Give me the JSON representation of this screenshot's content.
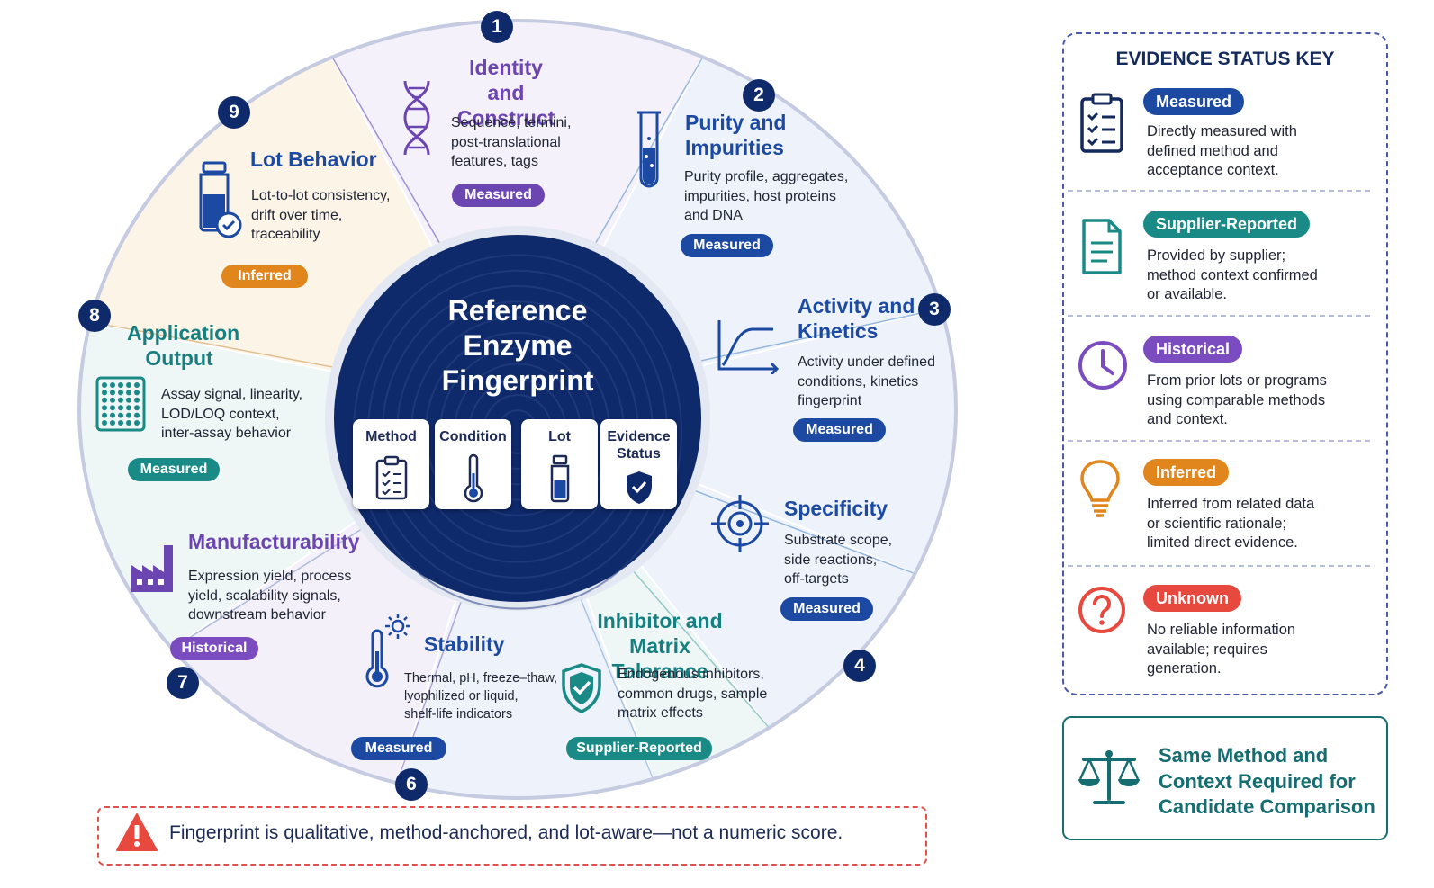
{
  "center": {
    "title": "Reference\nEnzyme\nFingerprint"
  },
  "cards": [
    {
      "label": "Method",
      "icon": "clipboard-icon"
    },
    {
      "label": "Condition",
      "icon": "thermometer-icon"
    },
    {
      "label": "Lot",
      "icon": "vial-icon"
    },
    {
      "label": "Evidence\nStatus",
      "icon": "shield-check-icon"
    }
  ],
  "segments": [
    {
      "number": "1",
      "title": "Identity and\nConstruct",
      "description": "Sequence, termini,\npost-translational\nfeatures, tags",
      "status": "Measured",
      "status_color": "#6b45b0",
      "title_color": "#6b45b0",
      "icon": "dna-icon"
    },
    {
      "number": "2",
      "title": "Purity and\nImpurities",
      "description": "Purity profile, aggregates,\nimpurities, host proteins\nand DNA",
      "status": "Measured",
      "status_color": "#1c4aa2",
      "title_color": "#1c4aa2",
      "icon": "test-tube-icon"
    },
    {
      "number": "3",
      "title": "Activity and\nKinetics",
      "description": "Activity under defined\nconditions, kinetics\nfingerprint",
      "status": "Measured",
      "status_color": "#1c4aa2",
      "title_color": "#1c4aa2",
      "icon": "kinetics-curve-icon"
    },
    {
      "number": "4",
      "title": "Specificity",
      "description": "Substrate scope,\nside reactions,\noff-targets",
      "status": "Measured",
      "status_color": "#1c4aa2",
      "title_color": "#1c4aa2",
      "icon": "target-icon"
    },
    {
      "number": "",
      "title": "Inhibitor and\nMatrix Tolerance",
      "description": "Endogenous inhibitors,\ncommon drugs, sample\nmatrix effects",
      "status": "Supplier-Reported",
      "status_color": "#1a8a86",
      "title_color": "#187f80",
      "icon": "shield-check-icon"
    },
    {
      "number": "6",
      "title": "Stability",
      "description": "Thermal, pH, freeze–thaw,\nlyophilized or liquid,\nshelf-life indicators",
      "status": "Measured",
      "status_color": "#1c4aa2",
      "title_color": "#1c4aa2",
      "icon": "thermometer-sun-icon"
    },
    {
      "number": "7",
      "title": "Manufacturability",
      "description": "Expression yield, process\nyield, scalability signals,\ndownstream behavior",
      "status": "Historical",
      "status_color": "#7a4cbf",
      "title_color": "#6b45b0",
      "icon": "factory-icon"
    },
    {
      "number": "8",
      "title": "Application\nOutput",
      "description": "Assay signal, linearity,\nLOD/LOQ context,\ninter-assay behavior",
      "status": "Measured",
      "status_color": "#1a8a86",
      "title_color": "#187f80",
      "icon": "well-plate-icon"
    },
    {
      "number": "9",
      "title": "Lot Behavior",
      "description": "Lot-to-lot consistency,\ndrift over time,\ntraceability",
      "status": "Inferred",
      "status_color": "#e0861c",
      "title_color": "#1c4aa2",
      "icon": "vial-check-icon"
    }
  ],
  "key": {
    "heading": "EVIDENCE STATUS KEY",
    "items": [
      {
        "label": "Measured",
        "color": "#1c4aa2",
        "icon": "clipboard-checklist-icon",
        "description": "Directly measured with\ndefined method and\nacceptance context."
      },
      {
        "label": "Supplier-Reported",
        "color": "#1a8a86",
        "icon": "document-icon",
        "description": "Provided by supplier;\nmethod context confirmed\nor available."
      },
      {
        "label": "Historical",
        "color": "#7a4cbf",
        "icon": "clock-icon",
        "description": "From prior lots or programs\nusing comparable methods\nand context."
      },
      {
        "label": "Inferred",
        "color": "#e0861c",
        "icon": "lightbulb-icon",
        "description": "Inferred from related data\nor scientific rationale;\nlimited direct evidence."
      },
      {
        "label": "Unknown",
        "color": "#e8493f",
        "icon": "question-icon",
        "description": "No reliable information\navailable; requires\ngeneration."
      }
    ]
  },
  "note": {
    "text": "Same Method and\nContext Required for\nCandidate Comparison",
    "icon": "scales-icon"
  },
  "warning": {
    "text": "Fingerprint is qualitative, method-anchored, and lot-aware—not a numeric score.",
    "icon": "warning-icon"
  }
}
